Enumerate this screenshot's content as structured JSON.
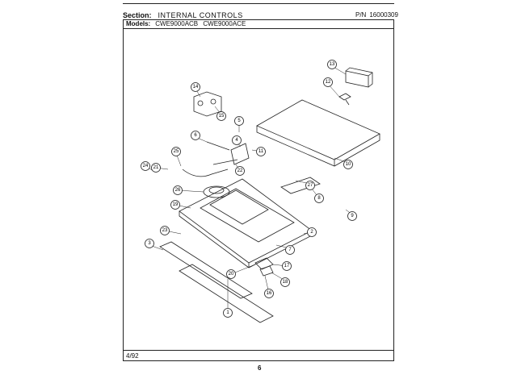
{
  "header": {
    "section_label": "Section:",
    "section_value": "INTERNAL CONTROLS",
    "pn_label": "P/N",
    "pn_value": "16000309",
    "models_label": "Models:",
    "models_value": "CWE9000ACB  CWE9000ACE"
  },
  "footer": {
    "date": "4/92",
    "page_number": "6"
  },
  "callouts": [
    "1",
    "2",
    "3",
    "4",
    "5",
    "6",
    "7",
    "8",
    "9",
    "10",
    "11",
    "12",
    "13",
    "14",
    "15",
    "16",
    "17",
    "18",
    "19",
    "20",
    "21",
    "22",
    "23",
    "24",
    "25",
    "26",
    "27"
  ]
}
